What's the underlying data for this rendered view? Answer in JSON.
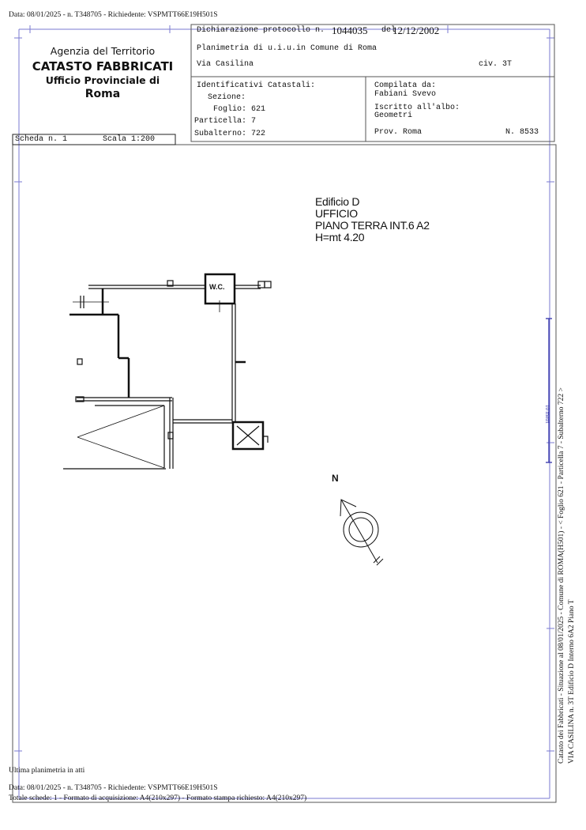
{
  "header_line": "Data: 08/01/2025 - n. T348705 - Richiedente: VSPMTT66E19H501S",
  "agency": {
    "name": "Agenzia del Territorio",
    "dept": "CATASTO FABBRICATI",
    "office": "Ufficio Provinciale di",
    "city": "Roma"
  },
  "declaration": {
    "label": "Dichiarazione protocollo n.",
    "number": "1044035",
    "date_label": "del",
    "date": "12/12/2002",
    "planimetria": "Planimetria di u.i.u.in Comune di Roma",
    "street": "Via Casilina",
    "civ": "civ. 3T"
  },
  "identifiers": {
    "title": "Identificativi Catastali:",
    "sezione": "Sezione:",
    "foglio": "Foglio: 621",
    "particella": "Particella: 7",
    "subalterno": "Subalterno: 722"
  },
  "compiler": {
    "label": "Compilata da:",
    "name": "Fabiani Svevo",
    "albo_label": "Iscritto all'albo:",
    "albo": "Geometri",
    "prov": "Prov. Roma",
    "number": "N. 8533"
  },
  "scheda": {
    "label": "Scheda n. 1",
    "scale": "Scala 1:200"
  },
  "plan": {
    "title_lines": [
      "Edificio D",
      "UFFICIO",
      "PIANO TERRA INT.6 A2",
      "H=mt 4.20"
    ],
    "wc_label": "W.C.",
    "north_label": "N"
  },
  "side": {
    "scale_bar_label": "10 metri",
    "line1": "Catasto dei Fabbricati - Situazione al 08/01/2025 - Comune di ROMA(H501) - < Foglio 621 - Particella 7 - Subalterno 722 >",
    "line2": "VIA CASILINA n. 3T  Edificio D Interno 6A2 Piano T"
  },
  "footer": {
    "note": "Ultima planimetria in atti",
    "line1": "Data: 08/01/2025 - n. T348705 - Richiedente: VSPMTT66E19H501S",
    "line2": "Totale schede: 1 - Formato di acquisizione: A4(210x297)  - Formato stampa richiesto: A4(210x297)"
  },
  "colors": {
    "frame": "#6a6acb",
    "ink": "#111111",
    "scale_bar": "#3333aa"
  }
}
